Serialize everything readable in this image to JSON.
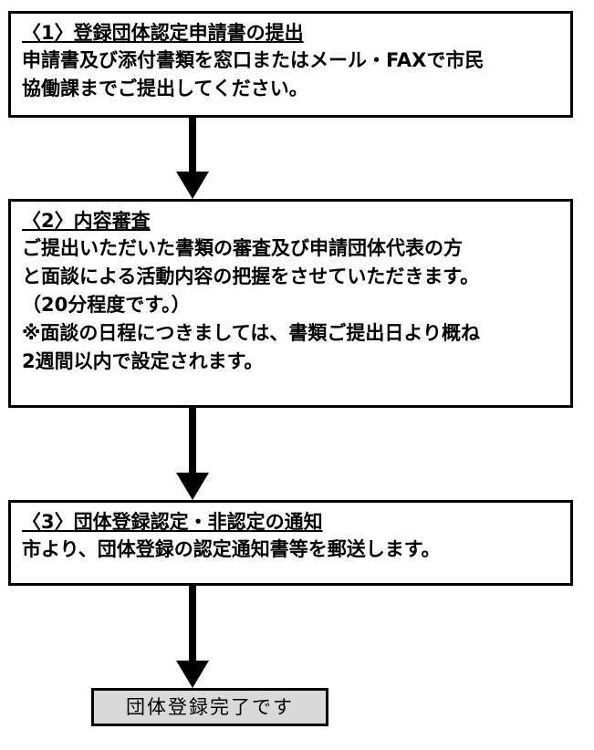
{
  "diagram": {
    "type": "flowchart",
    "orientation": "vertical",
    "colors": {
      "stroke": "#000000",
      "box_fill": "#ffffff",
      "terminator_fill": "#d9d9d9",
      "text": "#000000"
    },
    "steps": [
      {
        "id": "step-1",
        "title": "〈1〉登録団体認定申請書の提出",
        "lines": [
          "申請書及び添付書類を窓口またはメール・FAXで市民",
          "協働課までご提出してください。"
        ]
      },
      {
        "id": "step-2",
        "title": "〈2〉内容審査",
        "lines": [
          "ご提出いただいた書類の審査及び申請団体代表の方",
          "と面談による活動内容の把握をさせていただきます。",
          "（20分程度です。）",
          "※面談の日程につきましては、書類ご提出日より概ね",
          "2週間以内で設定されます。"
        ]
      },
      {
        "id": "step-3",
        "title": "〈3〉団体登録認定・非認定の通知",
        "lines": [
          "市より、団体登録の認定通知書等を郵送します。"
        ]
      }
    ],
    "terminator": {
      "id": "step-end",
      "label": "団体登録完了です"
    },
    "connectors": [
      {
        "id": "arrow-1",
        "from": "step-1",
        "to": "step-2",
        "glyph": "down-arrow"
      },
      {
        "id": "arrow-2",
        "from": "step-2",
        "to": "step-3",
        "glyph": "down-arrow"
      },
      {
        "id": "arrow-3",
        "from": "step-3",
        "to": "step-end",
        "glyph": "down-arrow"
      }
    ]
  }
}
